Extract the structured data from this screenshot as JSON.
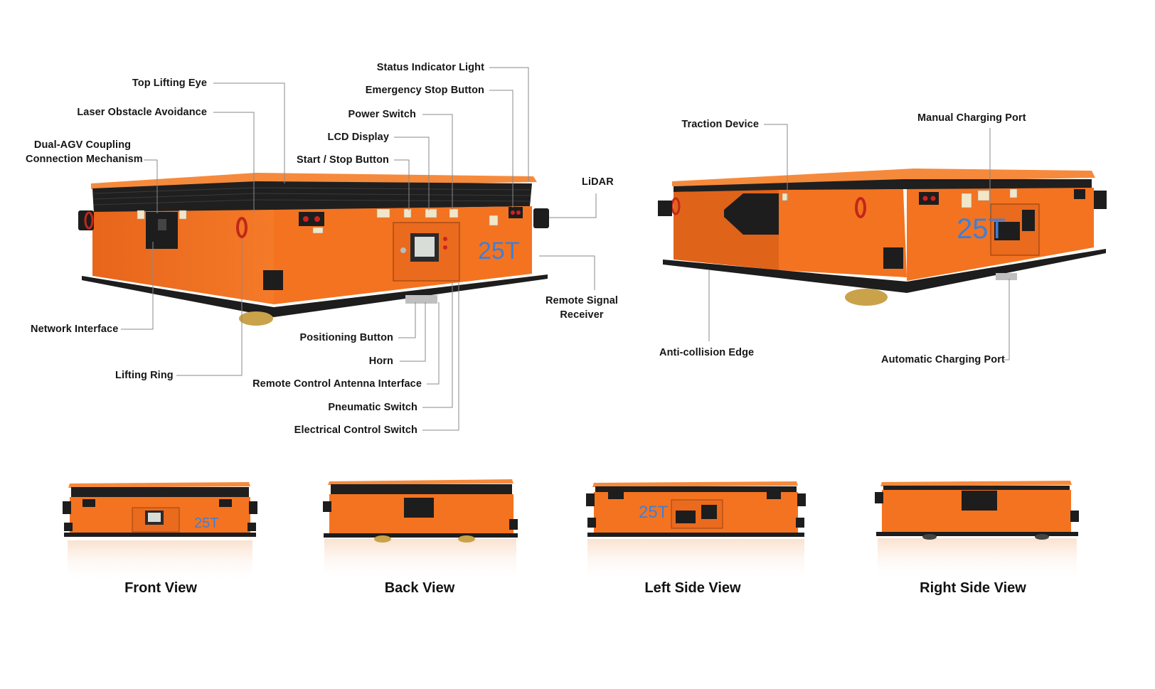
{
  "callouts": {
    "top_lifting_eye": "Top Lifting Eye",
    "laser_obstacle_avoidance": "Laser Obstacle Avoidance",
    "dual_agv_coupling_line1": "Dual-AGV Coupling",
    "dual_agv_coupling_line2": "Connection Mechanism",
    "network_interface": "Network Interface",
    "lifting_ring": "Lifting Ring",
    "status_indicator_light": "Status Indicator Light",
    "emergency_stop_button": "Emergency Stop Button",
    "power_switch": "Power Switch",
    "lcd_display": "LCD Display",
    "start_stop_button": "Start / Stop Button",
    "lidar": "LiDAR",
    "remote_signal_receiver_line1": "Remote Signal",
    "remote_signal_receiver_line2": "Receiver",
    "positioning_button": "Positioning Button",
    "horn": "Horn",
    "remote_control_antenna_interface": "Remote Control Antenna Interface",
    "pneumatic_switch": "Pneumatic Switch",
    "electrical_control_switch": "Electrical Control Switch",
    "traction_device": "Traction Device",
    "manual_charging_port": "Manual Charging Port",
    "anti_collision_edge": "Anti-collision Edge",
    "automatic_charging_port": "Automatic Charging Port"
  },
  "body_marking": "25T",
  "views": {
    "front": "Front View",
    "back": "Back View",
    "left": "Left Side View",
    "right": "Right Side View"
  },
  "colors": {
    "body_orange": "#f47320",
    "bellows_black": "#1f1f1f",
    "marking_blue": "#3f7fd6",
    "leader_gray": "#8a8a8a"
  }
}
